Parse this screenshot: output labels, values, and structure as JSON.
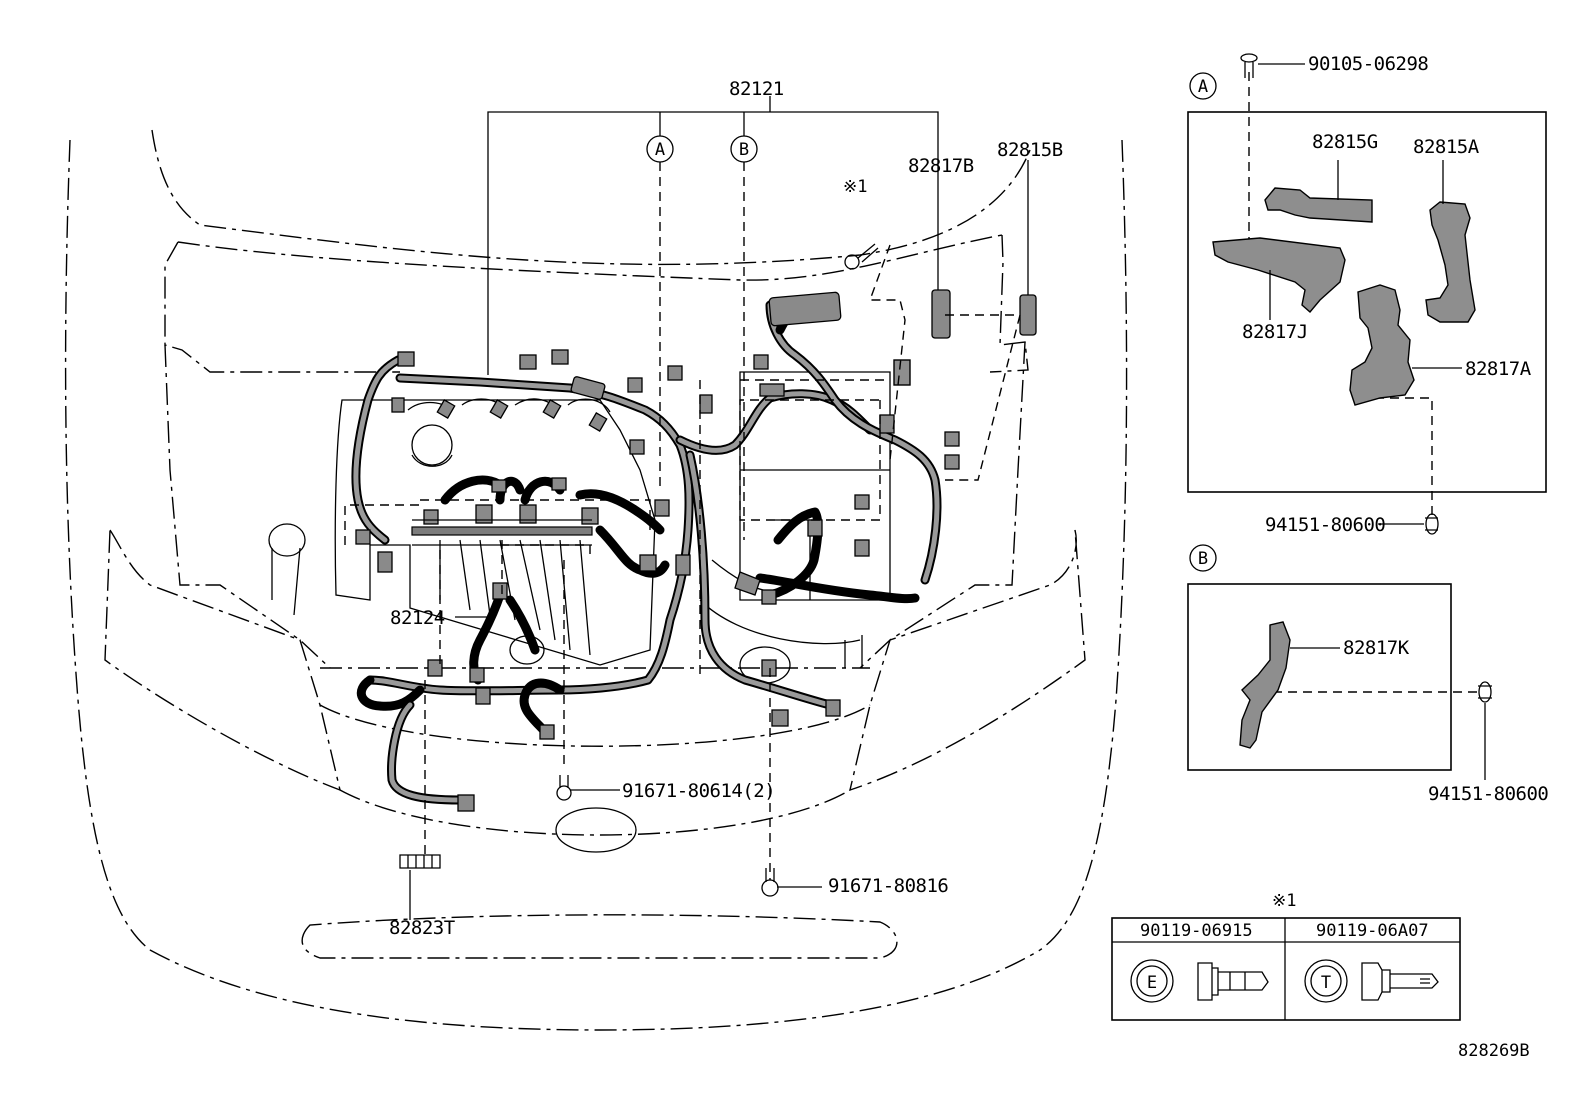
{
  "diagram_id": "828269B",
  "note_mark": "※1",
  "callouts": {
    "a": "A",
    "b": "B",
    "e": "E",
    "t": "T"
  },
  "labels": {
    "main_harness": "82121",
    "sub_harness": "82124",
    "p82817B": "82817B",
    "p82815B": "82815B",
    "p91671_80614": "91671-80614(2)",
    "p91671_80816": "91671-80816",
    "p82823T": "82823T"
  },
  "detail_a": {
    "bolt": "90105-06298",
    "p82815G": "82815G",
    "p82815A": "82815A",
    "p82817J": "82817J",
    "p82817A": "82817A",
    "nut": "94151-80600"
  },
  "detail_b": {
    "p82817K": "82817K",
    "nut": "94151-80600"
  },
  "bolt_table": {
    "col1": "90119-06915",
    "col2": "90119-06A07"
  }
}
